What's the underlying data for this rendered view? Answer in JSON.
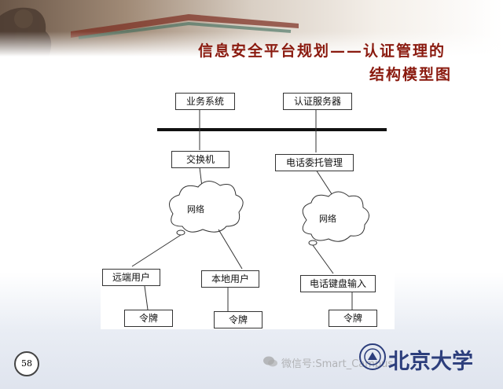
{
  "header": {
    "title_line1": "信息安全平台规划——认证管理的",
    "title_line2": "结构模型图"
  },
  "diagram": {
    "nodes": {
      "business_system": "业务系统",
      "auth_server": "认证服务器",
      "switch": "交换机",
      "phone_delegate": "电话委托管理",
      "remote_user": "远端用户",
      "local_user": "本地用户",
      "phone_keypad": "电话键盘输入",
      "token1": "令牌",
      "token2": "令牌",
      "token3": "令牌"
    },
    "clouds": {
      "network_left": "网络",
      "network_right": "网络"
    }
  },
  "footer": {
    "page_number": "58",
    "wechat_text": "微信号:Smart_Campus",
    "university_logo_text": "北京大学"
  }
}
